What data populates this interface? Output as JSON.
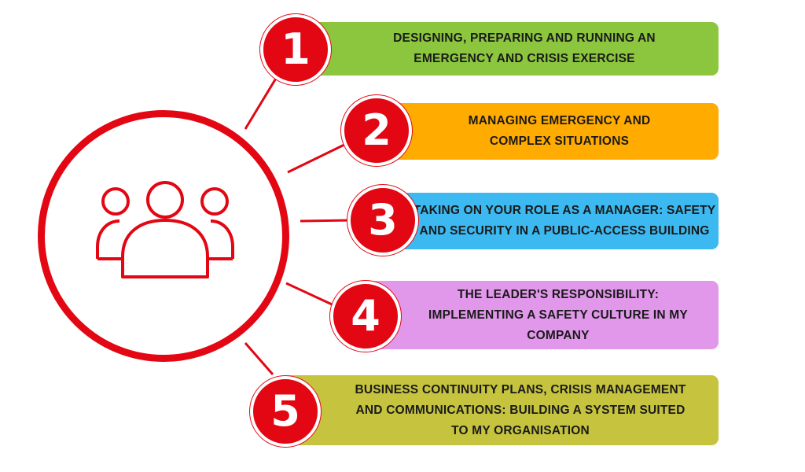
{
  "colors": {
    "accent": "#e30613",
    "step1": "#8cc63f",
    "step2": "#ffab00",
    "step3": "#3bb9f0",
    "step4": "#e197ea",
    "step5": "#c6c43f"
  },
  "hub": {
    "icon": "group-people-icon"
  },
  "steps": [
    {
      "number": "1",
      "line1": "DESIGNING, PREPARING AND RUNNING AN",
      "line2": "EMERGENCY AND CRISIS EXERCISE",
      "line3": ""
    },
    {
      "number": "2",
      "line1": "MANAGING EMERGENCY AND",
      "line2": "COMPLEX SITUATIONS",
      "line3": ""
    },
    {
      "number": "3",
      "line1": "TAKING ON YOUR ROLE AS A MANAGER: SAFETY",
      "line2": "AND SECURITY IN A PUBLIC-ACCESS BUILDING",
      "line3": ""
    },
    {
      "number": "4",
      "line1": "THE LEADER'S RESPONSIBILITY:",
      "line2": "IMPLEMENTING A SAFETY CULTURE IN MY",
      "line3": "COMPANY"
    },
    {
      "number": "5",
      "line1": "BUSINESS CONTINUITY PLANS, CRISIS MANAGEMENT",
      "line2": "AND COMMUNICATIONS: BUILDING A SYSTEM SUITED",
      "line3": "TO MY ORGANISATION"
    }
  ]
}
